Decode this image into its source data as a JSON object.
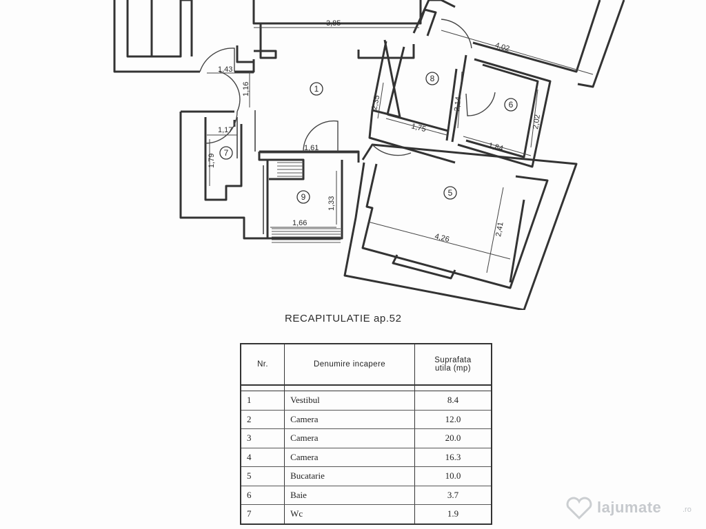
{
  "plan": {
    "dimensions": [
      "3,85",
      "4,02",
      "1,43",
      "1,16",
      "2,35",
      "2,14",
      "2,02",
      "1,75",
      "1,84",
      "1,17",
      "1,79",
      "1,61",
      "1,33",
      "1,66",
      "4,26",
      "2,41"
    ],
    "rooms": [
      "1",
      "8",
      "6",
      "7",
      "9",
      "5"
    ]
  },
  "recap": {
    "title": "RECAPITULATIE ap.52",
    "headers": {
      "nr": "Nr.",
      "name": "Denumire incapere",
      "area_line1": "Suprafata",
      "area_line2": "utila (mp)"
    },
    "rows": [
      {
        "nr": "1",
        "name": "Vestibul",
        "area": "8.4"
      },
      {
        "nr": "2",
        "name": "Camera",
        "area": "12.0"
      },
      {
        "nr": "3",
        "name": "Camera",
        "area": "20.0"
      },
      {
        "nr": "4",
        "name": "Camera",
        "area": "16.3"
      },
      {
        "nr": "5",
        "name": "Bucatarie",
        "area": "10.0"
      },
      {
        "nr": "6",
        "name": "Baie",
        "area": "3.7"
      },
      {
        "nr": "7",
        "name": "Wc",
        "area": "1.9"
      }
    ]
  },
  "watermark": {
    "text": "lajumate",
    "suffix": ".ro"
  }
}
